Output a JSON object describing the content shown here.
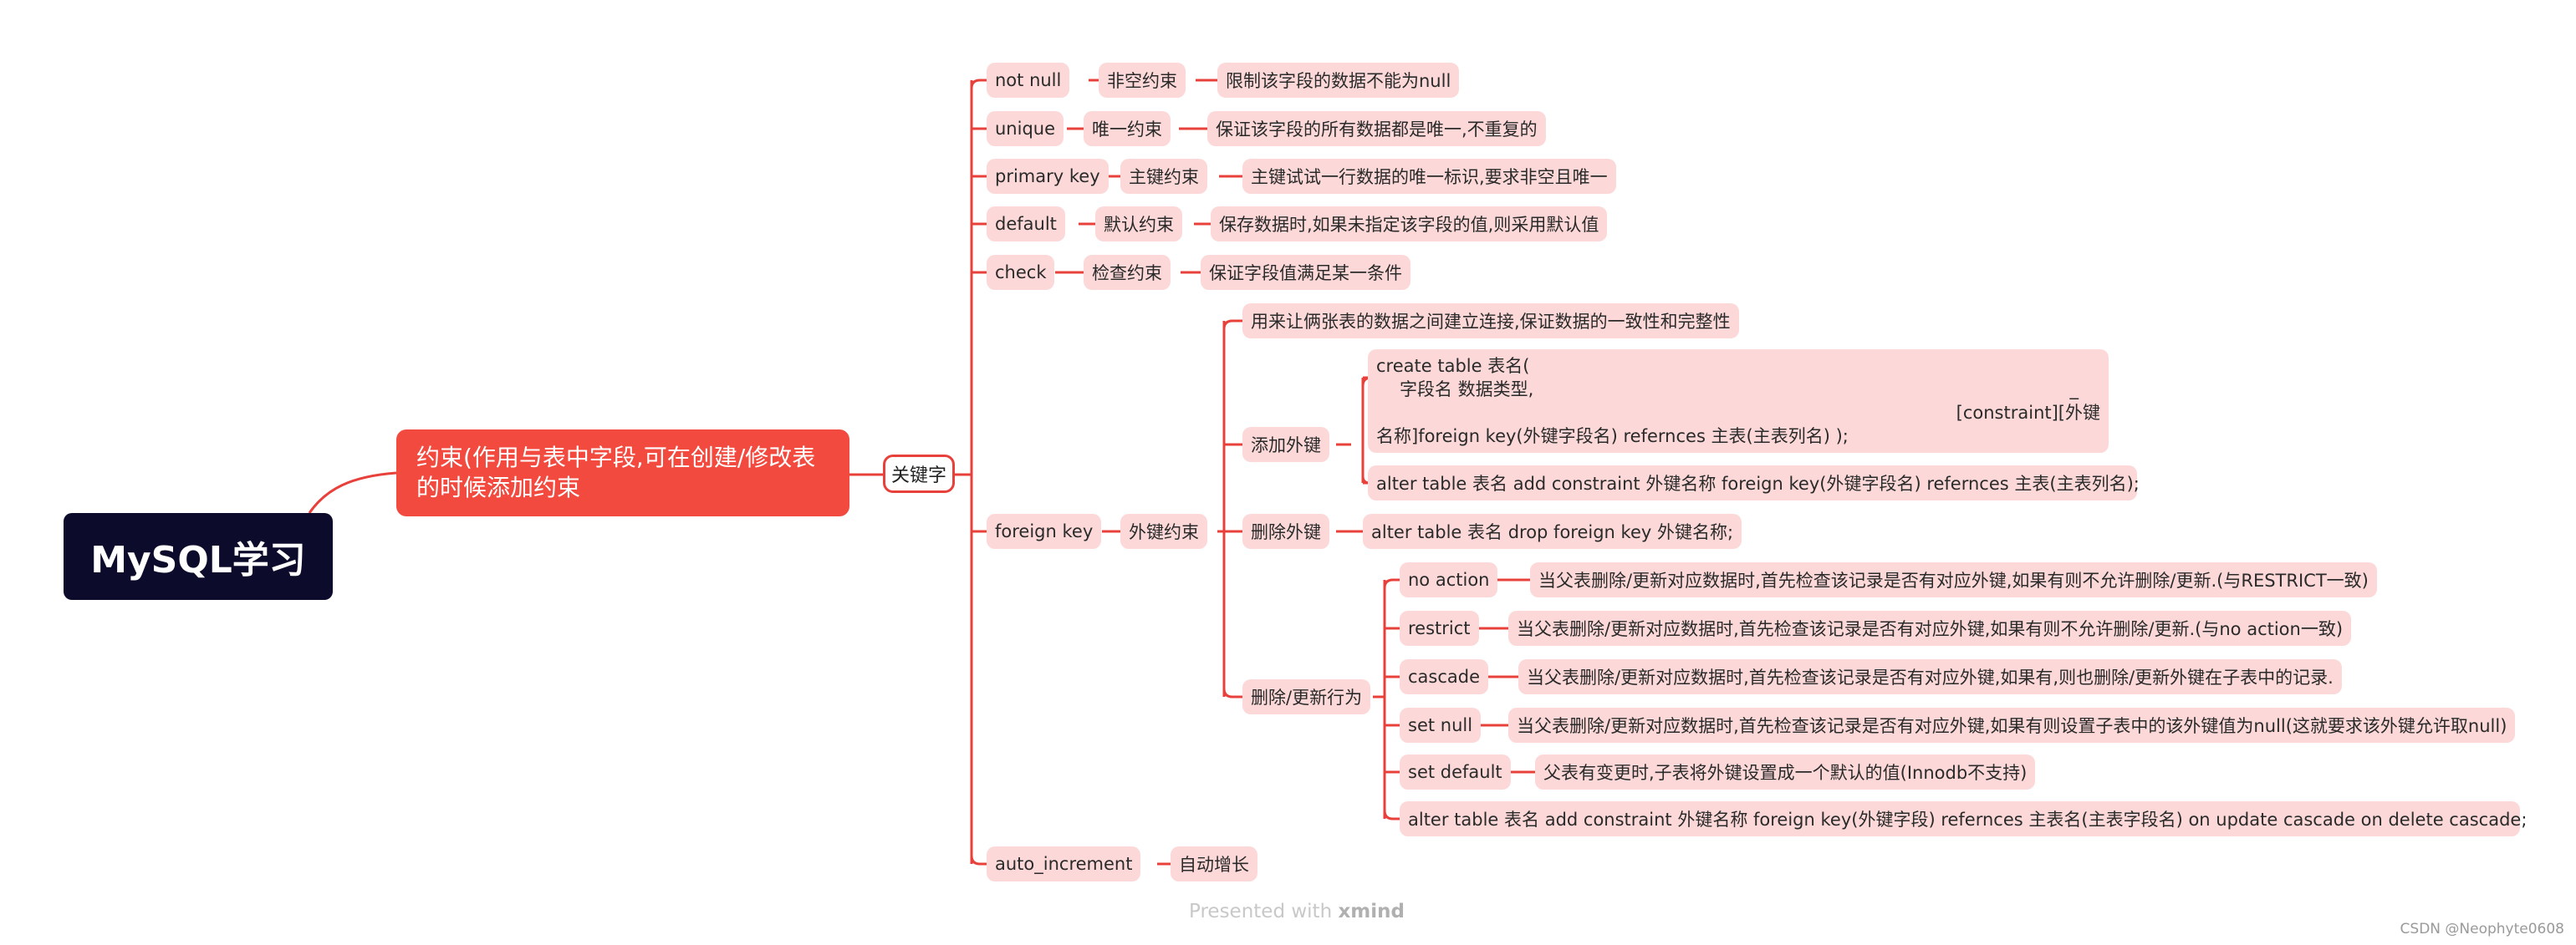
{
  "root": "MySQL学习",
  "main": "约束(作用与表中字段,可在创建/修改表的时候添加约束",
  "keyword": "关键字",
  "constraints": [
    {
      "key": "not null",
      "name": "非空约束",
      "desc": "限制该字段的数据不能为null"
    },
    {
      "key": "unique",
      "name": "唯一约束",
      "desc": "保证该字段的所有数据都是唯一,不重复的"
    },
    {
      "key": "primary key",
      "name": "主键约束",
      "desc": "主键试试一行数据的唯一标识,要求非空且唯一"
    },
    {
      "key": "default",
      "name": "默认约束",
      "desc": "保存数据时,如果未指定该字段的值,则采用默认值"
    },
    {
      "key": "check",
      "name": "检查约束",
      "desc": "保证字段值满足某一条件"
    }
  ],
  "foreign": {
    "key": "foreign key",
    "name": "外键约束",
    "desc": "用来让俩张表的数据之间建立连接,保证数据的一致性和完整性",
    "add": {
      "label": "添加外键",
      "create_line1": "create table 表名(",
      "create_line2": "字段名 数据类型,",
      "create_dash": "_",
      "create_line3": "[constraint][外键",
      "create_line4": "名称]foreign key(外键字段名) refernces 主表(主表列名) );",
      "alter": "alter table 表名 add constraint 外键名称 foreign key(外键字段名) refernces 主表(主表列名);"
    },
    "drop": {
      "label": "删除外键",
      "sql": "alter table 表名 drop foreign key 外键名称;"
    },
    "behaviors": {
      "label": "删除/更新行为",
      "items": [
        {
          "name": "no action",
          "desc": "当父表删除/更新对应数据时,首先检查该记录是否有对应外键,如果有则不允许删除/更新.(与RESTRICT一致)"
        },
        {
          "name": "restrict",
          "desc": "当父表删除/更新对应数据时,首先检查该记录是否有对应外键,如果有则不允许删除/更新.(与no action一致)"
        },
        {
          "name": "cascade",
          "desc": "当父表删除/更新对应数据时,首先检查该记录是否有对应外键,如果有,则也删除/更新外键在子表中的记录."
        },
        {
          "name": "set null",
          "desc": "当父表删除/更新对应数据时,首先检查该记录是否有对应外键,如果有则设置子表中的该外键值为null(这就要求该外键允许取null)"
        },
        {
          "name": "set default",
          "desc": "父表有变更时,子表将外键设置成一个默认的值(Innodb不支持)"
        }
      ],
      "sql": "alter table 表名 add constraint 外键名称 foreign key(外键字段) refernces 主表名(主表字段名) on update cascade on delete cascade;"
    }
  },
  "auto": {
    "key": "auto_increment",
    "name": "自动增长"
  },
  "watermark_prefix": "Presented with ",
  "watermark_brand": "xmind",
  "csdn": "CSDN @Neophyte0608",
  "colors": {
    "root_bg": "#0d0b2b",
    "main_bg": "#f24a3f",
    "line": "#e8403a",
    "pill_bg": "#fcd9d8"
  }
}
